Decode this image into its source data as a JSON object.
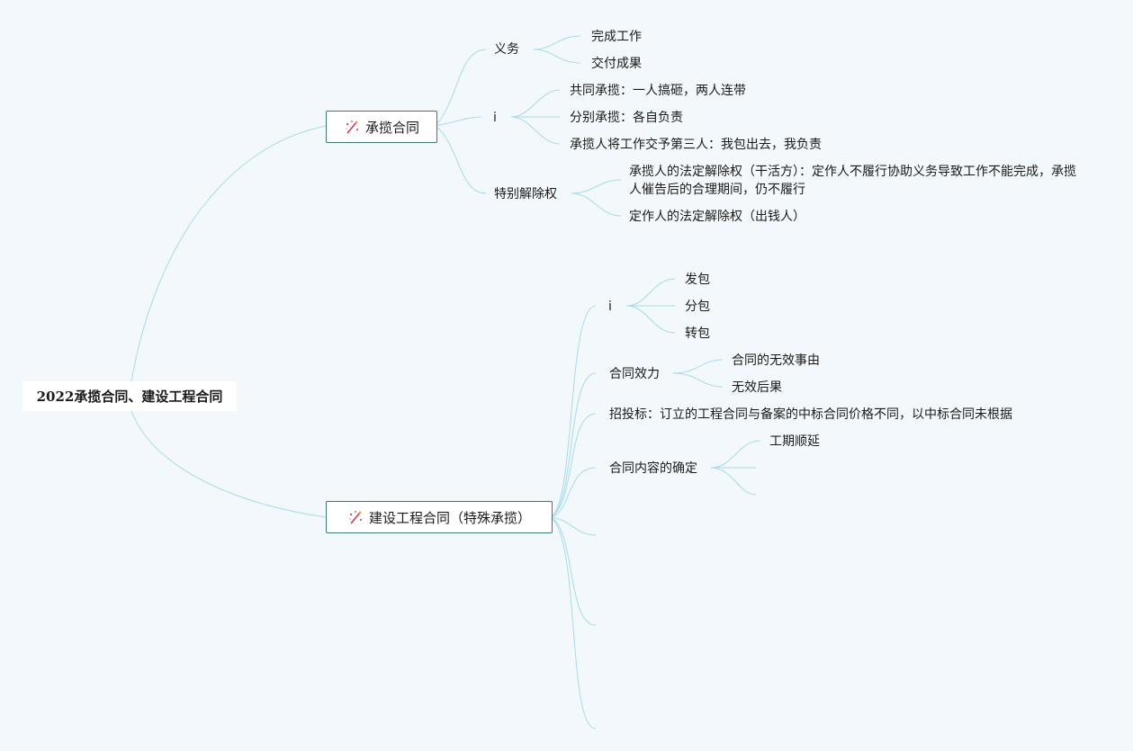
{
  "root": {
    "label": "2022承揽合同、建设工程合同"
  },
  "branches": [
    {
      "label": "承揽合同",
      "icon": "magic-wand-icon",
      "children": [
        {
          "label": "义务",
          "children": [
            {
              "label": "完成工作"
            },
            {
              "label": "交付成果"
            }
          ]
        },
        {
          "label": "i",
          "children": [
            {
              "label": "共同承揽：一人搞砸，两人连带"
            },
            {
              "label": "分别承揽：各自负责"
            },
            {
              "label": "承揽人将工作交予第三人：我包出去，我负责"
            }
          ]
        },
        {
          "label": "特别解除权",
          "children": [
            {
              "label": "承揽人的法定解除权（干活方）：定作人不履行协助义务导致工作不能完成，承揽人催告后的合理期间，仍不履行"
            },
            {
              "label": "定作人的法定解除权（出钱人）"
            }
          ]
        }
      ]
    },
    {
      "label": "建设工程合同（特殊承揽）",
      "icon": "magic-wand-icon",
      "children": [
        {
          "label": "i",
          "children": [
            {
              "label": "发包"
            },
            {
              "label": "分包"
            },
            {
              "label": "转包"
            }
          ]
        },
        {
          "label": "合同效力",
          "children": [
            {
              "label": "合同的无效事由"
            },
            {
              "label": "无效后果"
            }
          ]
        },
        {
          "label": "招投标：订立的工程合同与备案的中标合同价格不同，以中标合同未根据"
        },
        {
          "label": "合同内容的确定",
          "children": [
            {
              "label": "工期顺延"
            }
          ]
        }
      ]
    }
  ],
  "colors": {
    "link": "#a6dcec",
    "box_border": "#3d7a72",
    "background": "#f2f8fb"
  }
}
